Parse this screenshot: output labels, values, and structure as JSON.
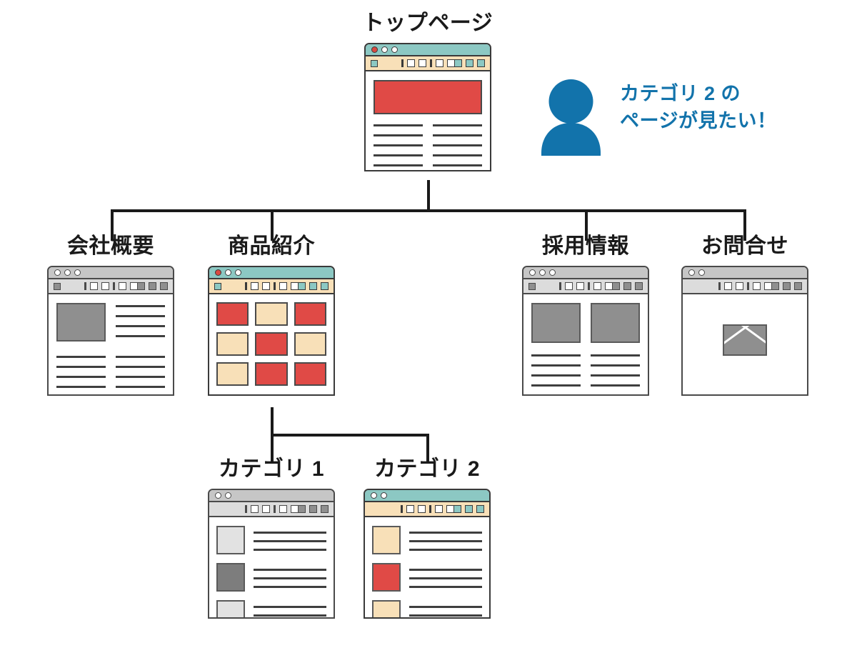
{
  "diagram": {
    "type": "sitemap-tree",
    "colors": {
      "red": "#e04a46",
      "beige": "#f8e0b8",
      "teal": "#8cc8c3",
      "gray_dark": "#8f8f8f",
      "gray_light": "#dcdcdc",
      "gray_mid": "#7d7d7d",
      "accent_blue": "#1273ab",
      "outline": "#3a3a3a"
    },
    "annotation": {
      "person_icon": "person-silhouette",
      "speech_text": "カテゴリ 2 の\nページが見たい！"
    },
    "nodes": {
      "top": {
        "label": "トップページ",
        "chrome": "color",
        "dots": 3,
        "toolbar_pattern": "IOOIOO",
        "layout": "hero-plus-two-columns"
      },
      "company": {
        "label": "会社概要",
        "chrome": "gray",
        "dots": 3,
        "toolbar_pattern": "IOOIOO",
        "layout": "thumb-plus-text"
      },
      "products": {
        "label": "商品紹介",
        "chrome": "color",
        "dots": 3,
        "toolbar_pattern": "IOOIOO",
        "layout": "grid-3x3",
        "grid_cells": [
          "red",
          "beige",
          "red",
          "beige",
          "red",
          "beige",
          "beige",
          "red",
          "red"
        ]
      },
      "recruit": {
        "label": "採用情報",
        "chrome": "gray",
        "dots": 3,
        "toolbar_pattern": "IOOIOO",
        "layout": "two-thumbs-plus-text"
      },
      "contact": {
        "label": "お問合せ",
        "chrome": "gray",
        "dots": 2,
        "toolbar_pattern": "IOOIOO",
        "layout": "envelope",
        "icon": "envelope-icon"
      },
      "category1": {
        "label": "カテゴリ 1",
        "chrome": "gray",
        "dots": 2,
        "toolbar_pattern": "IOOIOO",
        "layout": "list",
        "list_thumbs": [
          "gray-light",
          "gray-dark",
          "gray-light"
        ]
      },
      "category2": {
        "label": "カテゴリ 2",
        "chrome": "color",
        "dots": 2,
        "toolbar_pattern": "IOOIOO",
        "layout": "list",
        "list_thumbs": [
          "beige",
          "red",
          "beige"
        ]
      }
    },
    "edges": [
      {
        "from": "top",
        "to": "company"
      },
      {
        "from": "top",
        "to": "products"
      },
      {
        "from": "top",
        "to": "recruit"
      },
      {
        "from": "top",
        "to": "contact"
      },
      {
        "from": "products",
        "to": "category1"
      },
      {
        "from": "products",
        "to": "category2"
      }
    ]
  }
}
